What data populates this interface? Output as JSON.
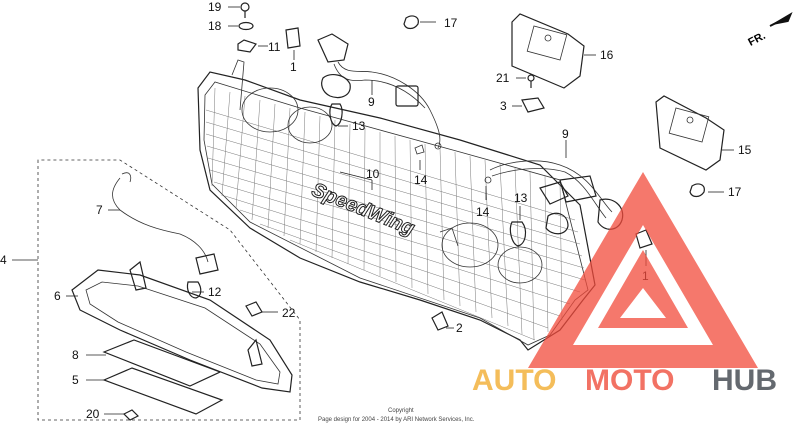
{
  "diagram": {
    "direction_label": "FR.",
    "lens_script": "SpeedWing",
    "copyright_line1": "Copyright",
    "copyright_line2": "Page design for 2004 - 2014 by ARI Network Services, Inc.",
    "part_numbers": [
      "19",
      "18",
      "11",
      "1",
      "17",
      "16",
      "21",
      "3",
      "9",
      "13",
      "14",
      "10",
      "15",
      "9",
      "17",
      "14",
      "13",
      "1",
      "4",
      "7",
      "12",
      "6",
      "22",
      "2",
      "8",
      "5",
      "20"
    ]
  },
  "watermark": {
    "brand_auto": "AUTO",
    "brand_moto": "MOTO",
    "brand_hub": "HUB",
    "color_auto": "#f3b23e",
    "color_moto": "#f05a4a",
    "color_hub": "#4a4f57",
    "triangle_color": "#f24b3c"
  }
}
